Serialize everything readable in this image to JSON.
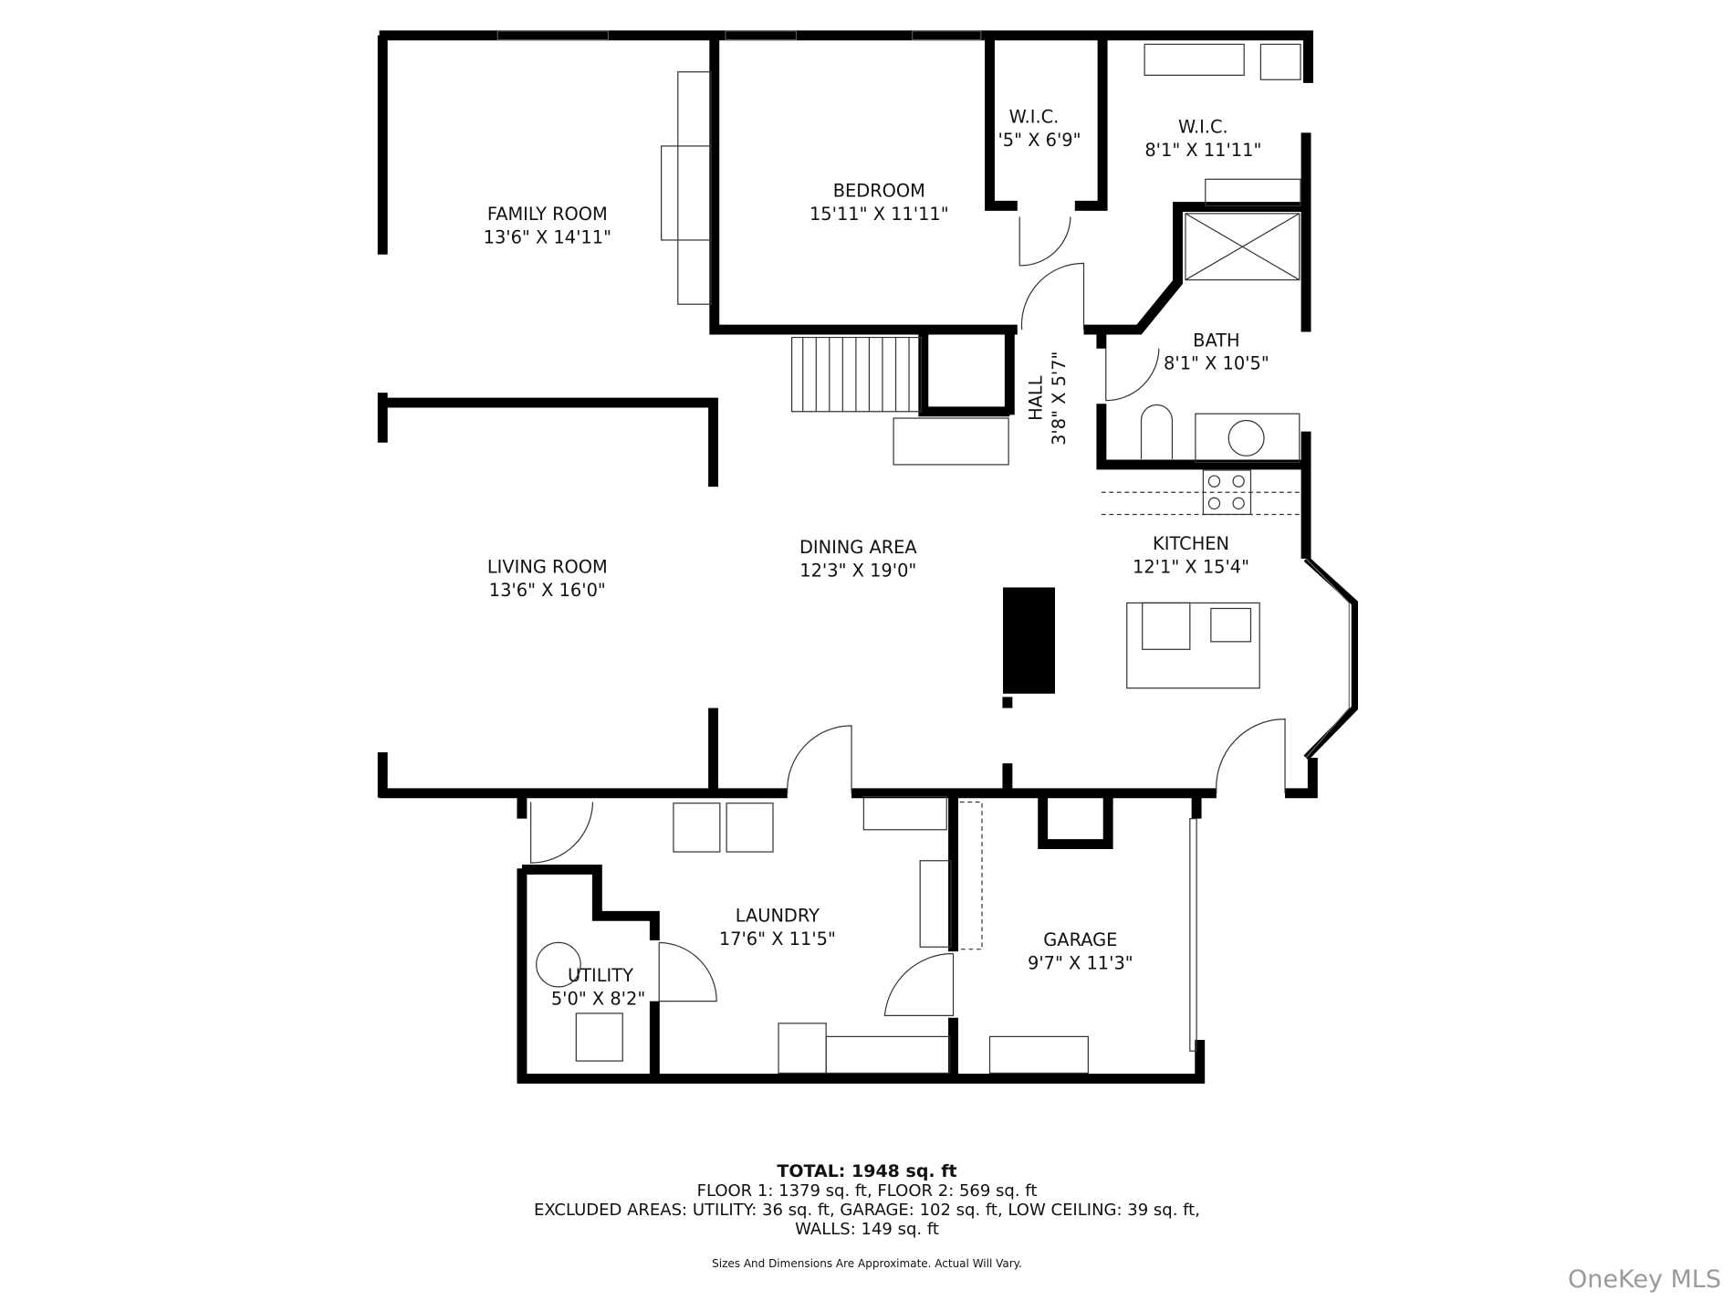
{
  "rooms": {
    "family_room": {
      "name": "FAMILY ROOM",
      "dims": "13'6\" X 14'11\""
    },
    "bedroom": {
      "name": "BEDROOM",
      "dims": "15'11\" X 11'11\""
    },
    "wic_small": {
      "name": "W.I.C.",
      "dims": "'5\" X 6'9\""
    },
    "wic_large": {
      "name": "W.I.C.",
      "dims": "8'1\" X 11'11\""
    },
    "bath": {
      "name": "BATH",
      "dims": "8'1\" X 10'5\""
    },
    "hall": {
      "name": "HALL",
      "dims": "3'8\" X 5'7\""
    },
    "living_room": {
      "name": "LIVING ROOM",
      "dims": "13'6\" X 16'0\""
    },
    "dining_area": {
      "name": "DINING AREA",
      "dims": "12'3\" X 19'0\""
    },
    "kitchen": {
      "name": "KITCHEN",
      "dims": "12'1\" X 15'4\""
    },
    "laundry": {
      "name": "LAUNDRY",
      "dims": "17'6\" X 11'5\""
    },
    "utility": {
      "name": "UTILITY",
      "dims": "5'0\" X 8'2\""
    },
    "garage": {
      "name": "GARAGE",
      "dims": "9'7\" X 11'3\""
    }
  },
  "footer": {
    "total": "TOTAL: 1948 sq. ft",
    "floors": "FLOOR 1: 1379 sq. ft, FLOOR 2: 569 sq. ft",
    "excluded": "EXCLUDED AREAS: UTILITY: 36 sq. ft, GARAGE: 102 sq. ft, LOW CEILING: 39 sq. ft,",
    "walls": "WALLS: 149 sq. ft",
    "disclaimer": "Sizes And Dimensions Are Approximate. Actual Will Vary."
  },
  "watermark": "OneKey MLS"
}
